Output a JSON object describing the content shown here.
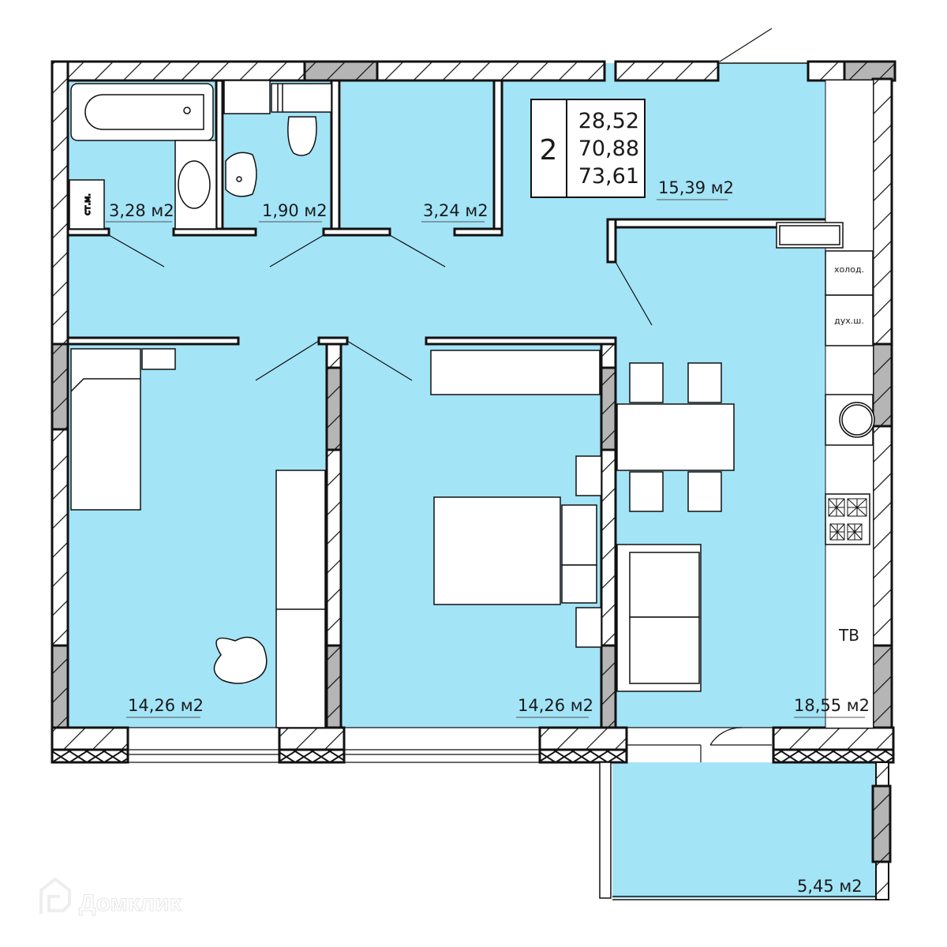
{
  "summary": {
    "rooms_count": "2",
    "living_area": "28,52",
    "total_area": "70,88",
    "total_area_with_balcony": "73,61"
  },
  "rooms": {
    "bathroom": {
      "area": "3,28 м2"
    },
    "toilet": {
      "area": "1,90 м2"
    },
    "storage": {
      "area": "3,24 м2"
    },
    "hallway": {
      "area": "15,39 м2"
    },
    "bedroom_left": {
      "area": "14,26 м2"
    },
    "bedroom_middle": {
      "area": "14,26 м2"
    },
    "kitchen_living": {
      "area": "18,55 м2"
    },
    "balcony": {
      "area": "5,45 м2"
    }
  },
  "fixtures": {
    "washing_machine": "ст.м.",
    "fridge": "холод.",
    "oven": "дух.ш.",
    "tv": "ТВ"
  },
  "watermark": {
    "text": "Домклик"
  },
  "colors": {
    "room_fill": "#a3e4f7",
    "wall_hatch_bg": "#ffffff",
    "load_bearing_wall": "#b5b5b5",
    "line": "#111111"
  }
}
